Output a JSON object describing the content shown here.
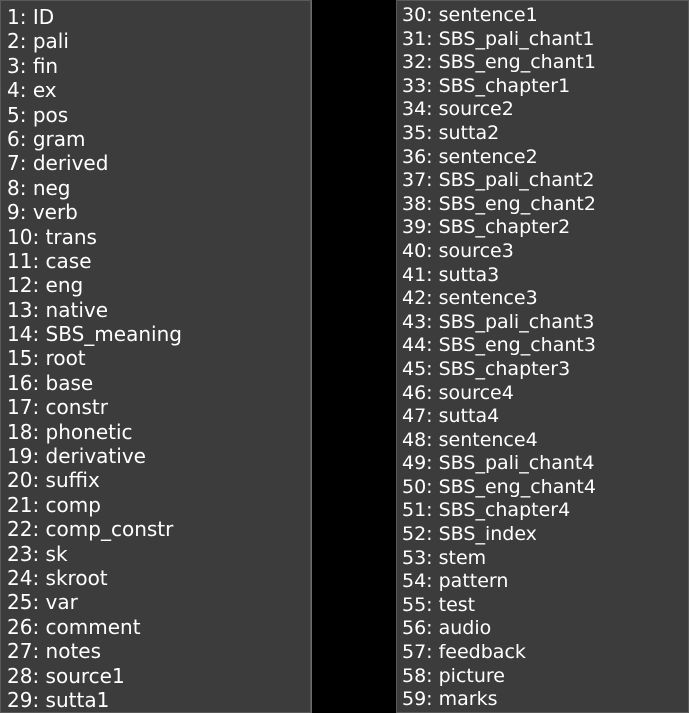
{
  "left_list": {
    "items": [
      "1: ID",
      "2: pali",
      "3: fin",
      "4: ex",
      "5: pos",
      "6: gram",
      "7: derived",
      "8: neg",
      "9: verb",
      "10: trans",
      "11: case",
      "12: eng",
      "13: native",
      "14: SBS_meaning",
      "15: root",
      "16: base",
      "17: constr",
      "18: phonetic",
      "19: derivative",
      "20: suffix",
      "21: comp",
      "22: comp_constr",
      "23: sk",
      "24: skroot",
      "25: var",
      "26: comment",
      "27: notes",
      "28: source1",
      "29: sutta1"
    ]
  },
  "right_list": {
    "items": [
      "30: sentence1",
      "31: SBS_pali_chant1",
      "32: SBS_eng_chant1",
      "33: SBS_chapter1",
      "34: source2",
      "35: sutta2",
      "36: sentence2",
      "37: SBS_pali_chant2",
      "38: SBS_eng_chant2",
      "39: SBS_chapter2",
      "40: source3",
      "41: sutta3",
      "42: sentence3",
      "43: SBS_pali_chant3",
      "44: SBS_eng_chant3",
      "45: SBS_chapter3",
      "46: source4",
      "47: sutta4",
      "48: sentence4",
      "49: SBS_pali_chant4",
      "50: SBS_eng_chant4",
      "51: SBS_chapter4",
      "52: SBS_index",
      "53: stem",
      "54: pattern",
      "55: test",
      "56: audio",
      "57: feedback",
      "58: picture",
      "59: marks"
    ]
  },
  "colors": {
    "panel_bg": "#3c3c3c",
    "page_bg": "#000000",
    "text": "#ffffff"
  }
}
